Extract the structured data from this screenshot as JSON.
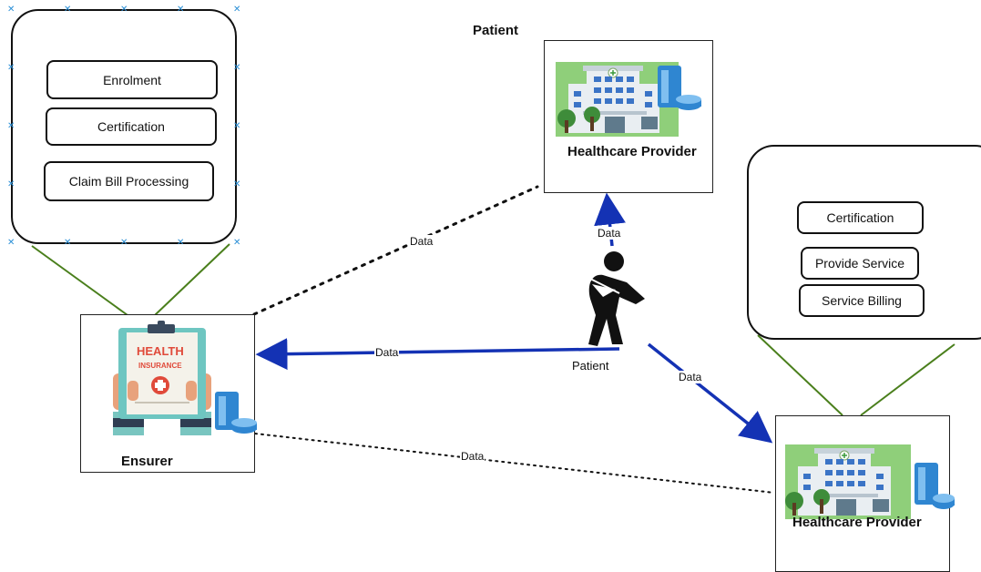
{
  "insurer_panel": {
    "items": [
      "Enrolment",
      "Certification",
      "Claim Bill Processing"
    ]
  },
  "provider_panel": {
    "items": [
      "Certification",
      "Provide Service",
      "Service Billing"
    ]
  },
  "nodes": {
    "ensurer_label": "Ensurer",
    "ensurer_sign_text": [
      "HEALTH",
      "INSURANCE"
    ],
    "top_provider_label": "Healthcare Provider",
    "top_patient_label": "Patient",
    "bottom_provider_label": "Healthcare Provider",
    "center_patient_label": "Patient"
  },
  "edges": {
    "data_label": "Data"
  },
  "colors": {
    "arrow": "#1432b4",
    "connector": "#4a7f1c",
    "hospital_bg": "#8fcf7a",
    "server": "#2f86d1"
  }
}
